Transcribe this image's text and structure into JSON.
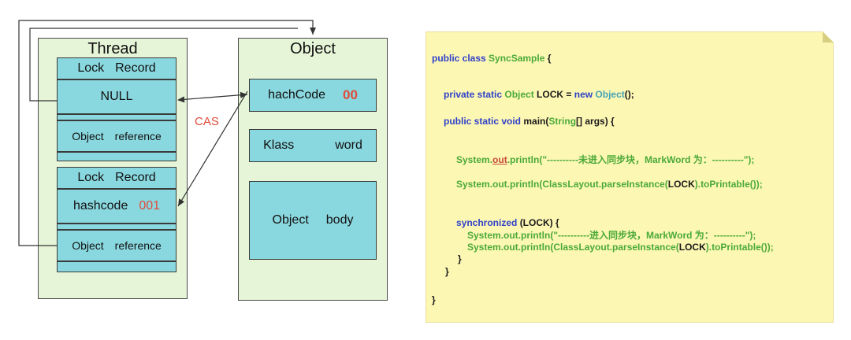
{
  "thread": {
    "title": "Thread",
    "record1": {
      "header_a": "Lock",
      "header_b": "Record",
      "value": "NULL",
      "ref_a": "Object",
      "ref_b": "reference"
    },
    "record2": {
      "header_a": "Lock",
      "header_b": "Record",
      "hash_label": "hashcode",
      "hash_value": "001",
      "ref_a": "Object",
      "ref_b": "reference"
    }
  },
  "object": {
    "title": "Object",
    "hash_label": "hachCode",
    "hash_value": "00",
    "klass_a": "Klass",
    "klass_b": "word",
    "body_a": "Object",
    "body_b": "body"
  },
  "cas_label": "CAS",
  "code": {
    "l1_kw": "public class ",
    "l1_name": "SyncSample",
    "l1_end": " {",
    "l2_kw": "private static ",
    "l2_type": "Object",
    "l2_mid": " LOCK = ",
    "l2_new": "new ",
    "l2_ctor": "Object",
    "l2_end": "();",
    "l3_kw": "public static void ",
    "l3_name": "main(",
    "l3_type": "String",
    "l3_end": "[] args) {",
    "l4_a": "System.",
    "l4_out": "out",
    "l4_b": ".println(\"----------未进入同步块，MarkWord 为：----------\");",
    "l5_a": "System.out.println(ClassLayout.parseInstance(",
    "l5_lock": "LOCK",
    "l5_b": ").toPrintable());",
    "l6_kw": "synchronized ",
    "l6_end": "(LOCK) {",
    "l7": "System.out.println(\"----------进入同步块，MarkWord 为：----------\");",
    "l8_a": "System.out.println(ClassLayout.parseInstance(",
    "l8_lock": "LOCK",
    "l8_b": ").toPrintable());",
    "close_inner": "}",
    "close_method": "}",
    "close_class": "}"
  },
  "colors": {
    "panel_bg": "#e6f5d8",
    "cell_bg": "#8ad8df",
    "accent": "#e04b3a",
    "note_bg": "#fdf7b4",
    "keyword": "#2f41c8",
    "class_name": "#44a3b8",
    "string_call": "#4aaa38"
  }
}
